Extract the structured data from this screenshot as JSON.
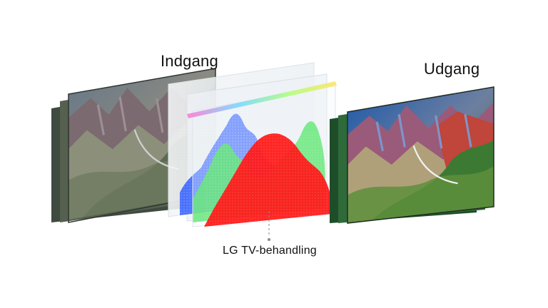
{
  "labels": {
    "input": "Indgang",
    "output": "Udgang",
    "processing": "LG TV-behandling"
  },
  "colors": {
    "background": "#ffffff",
    "histogram_red": "#ff1a1a",
    "histogram_green": "#22e03a",
    "histogram_blue": "#2f5dff",
    "leader_line": "#8a8a8a"
  },
  "histogram_layers": [
    "blue",
    "green",
    "red"
  ],
  "icons": {
    "input_panel": "landscape-image-muted",
    "output_panel": "landscape-image-vivid"
  }
}
